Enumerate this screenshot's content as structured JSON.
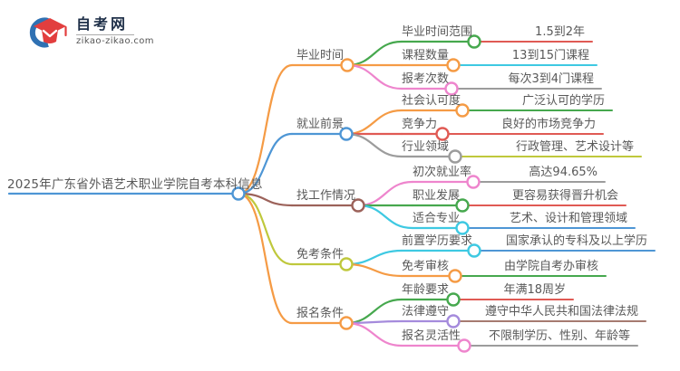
{
  "logo": {
    "site_name": "自考网",
    "site_url": "zikao-zikao.com"
  },
  "root": {
    "label": "2025年广东省外语艺术职业学院自考本科信息"
  },
  "branches": [
    {
      "label": "毕业时间",
      "color": "orange",
      "children": [
        {
          "label": "毕业时间范围",
          "color": "green",
          "value": "1.5到2年",
          "value_color": "red"
        },
        {
          "label": "课程数量",
          "color": "orange",
          "value": "13到15门课程",
          "value_color": "cyan"
        },
        {
          "label": "报考次数",
          "color": "pink",
          "value": "每次3到4门课程",
          "value_color": "gray"
        }
      ]
    },
    {
      "label": "就业前景",
      "color": "blue",
      "children": [
        {
          "label": "社会认可度",
          "color": "orange",
          "value": "广泛认可的学历",
          "value_color": "green"
        },
        {
          "label": "竞争力",
          "color": "red",
          "value": "良好的市场竞争力",
          "value_color": "red"
        },
        {
          "label": "行业领域",
          "color": "gray",
          "value": "行政管理、艺术设计等",
          "value_color": "olive"
        }
      ]
    },
    {
      "label": "找工作情况",
      "color": "brown",
      "children": [
        {
          "label": "初次就业率",
          "color": "pink",
          "value": "高达94.65%",
          "value_color": "gray"
        },
        {
          "label": "职业发展",
          "color": "green",
          "value": "更容易获得晋升机会",
          "value_color": "red"
        },
        {
          "label": "适合专业",
          "color": "cyan",
          "value": "艺术、设计和管理领域",
          "value_color": "blue"
        }
      ]
    },
    {
      "label": "免考条件",
      "color": "olive",
      "children": [
        {
          "label": "前置学历要求",
          "color": "cyan",
          "value": "国家承认的专科及以上学历",
          "value_color": "blue"
        },
        {
          "label": "免考审核",
          "color": "orange",
          "value": "由学院自考办审核",
          "value_color": "green"
        }
      ]
    },
    {
      "label": "报名条件",
      "color": "orange",
      "children": [
        {
          "label": "年龄要求",
          "color": "green",
          "value": "年满18周岁",
          "value_color": "red"
        },
        {
          "label": "法律遵守",
          "color": "purple",
          "value": "遵守中华人民共和国法律法规",
          "value_color": "light_brown"
        },
        {
          "label": "报名灵活性",
          "color": "pink",
          "value": "不限制学历、性别、年龄等",
          "value_color": "gray"
        }
      ]
    }
  ],
  "palette": {
    "orange": "#F59B45",
    "blue": "#4E96D5",
    "green": "#46A84E",
    "pink": "#EE85CD",
    "red": "#E05A54",
    "cyan": "#3EC9E2",
    "gray": "#9C9C9C",
    "olive": "#BFC83C",
    "brown": "#9C625A",
    "light_brown": "#A67B70",
    "purple": "#A58BDC",
    "text": "#595959",
    "logo_red": "#E23E3E",
    "logo_blue": "#2F71B3"
  }
}
